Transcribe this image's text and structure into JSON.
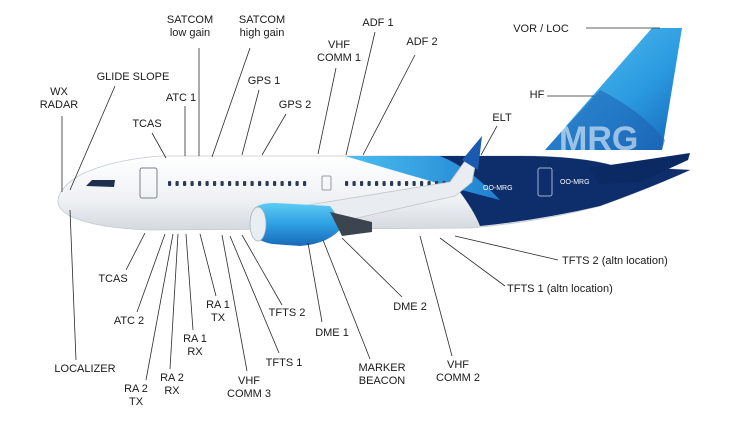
{
  "brand": {
    "tail_logo": "MRG",
    "registration_aft": "OO-MRG",
    "registration_engine": "OO-MRG",
    "colors": {
      "fuselage": "#f4f6f8",
      "belly": "#dfe3e8",
      "navy": "#0d2d6b",
      "mid_blue": "#1f7fd0",
      "light_blue": "#43b9ec",
      "label": "#1a1a1a"
    }
  },
  "antennas": {
    "top": [
      {
        "id": "satcom-low-gain",
        "lines": [
          "SATCOM",
          "low gain"
        ]
      },
      {
        "id": "satcom-high-gain",
        "lines": [
          "SATCOM",
          "high gain"
        ]
      },
      {
        "id": "adf-1",
        "lines": [
          "ADF 1"
        ]
      },
      {
        "id": "vor-loc",
        "lines": [
          "VOR / LOC"
        ]
      },
      {
        "id": "vhf-comm-1",
        "lines": [
          "VHF",
          "COMM 1"
        ]
      },
      {
        "id": "adf-2",
        "lines": [
          "ADF 2"
        ]
      },
      {
        "id": "wx-radar",
        "lines": [
          "WX",
          "RADAR"
        ]
      },
      {
        "id": "glide-slope",
        "lines": [
          "GLIDE SLOPE"
        ]
      },
      {
        "id": "gps-1",
        "lines": [
          "GPS  1"
        ]
      },
      {
        "id": "atc-1",
        "lines": [
          "ATC 1"
        ]
      },
      {
        "id": "gps-2",
        "lines": [
          "GPS 2"
        ]
      },
      {
        "id": "hf",
        "lines": [
          "HF"
        ]
      },
      {
        "id": "tcas-top",
        "lines": [
          "TCAS"
        ]
      },
      {
        "id": "elt",
        "lines": [
          "ELT"
        ]
      }
    ],
    "bottom": [
      {
        "id": "tfts-2-altn",
        "lines": [
          "TFTS 2  (altn location)"
        ]
      },
      {
        "id": "tcas-bottom",
        "lines": [
          "TCAS"
        ]
      },
      {
        "id": "tfts-1-altn",
        "lines": [
          "TFTS 1  (altn location)"
        ]
      },
      {
        "id": "atc-2",
        "lines": [
          "ATC 2"
        ]
      },
      {
        "id": "ra-1-tx",
        "lines": [
          "RA 1",
          "TX"
        ]
      },
      {
        "id": "tfts-2",
        "lines": [
          "TFTS 2"
        ]
      },
      {
        "id": "dme-2",
        "lines": [
          "DME 2"
        ]
      },
      {
        "id": "dme-1",
        "lines": [
          "DME 1"
        ]
      },
      {
        "id": "ra-1-rx",
        "lines": [
          "RA 1",
          "RX"
        ]
      },
      {
        "id": "tfts-1",
        "lines": [
          "TFTS 1"
        ]
      },
      {
        "id": "localizer",
        "lines": [
          "LOCALIZER"
        ]
      },
      {
        "id": "marker-beacon",
        "lines": [
          "MARKER",
          "BEACON"
        ]
      },
      {
        "id": "vhf-comm-2",
        "lines": [
          "VHF",
          "COMM 2"
        ]
      },
      {
        "id": "ra-2-rx",
        "lines": [
          "RA 2",
          "RX"
        ]
      },
      {
        "id": "vhf-comm-3",
        "lines": [
          "VHF",
          "COMM 3"
        ]
      },
      {
        "id": "ra-2-tx",
        "lines": [
          "RA 2",
          "TX"
        ]
      }
    ]
  }
}
